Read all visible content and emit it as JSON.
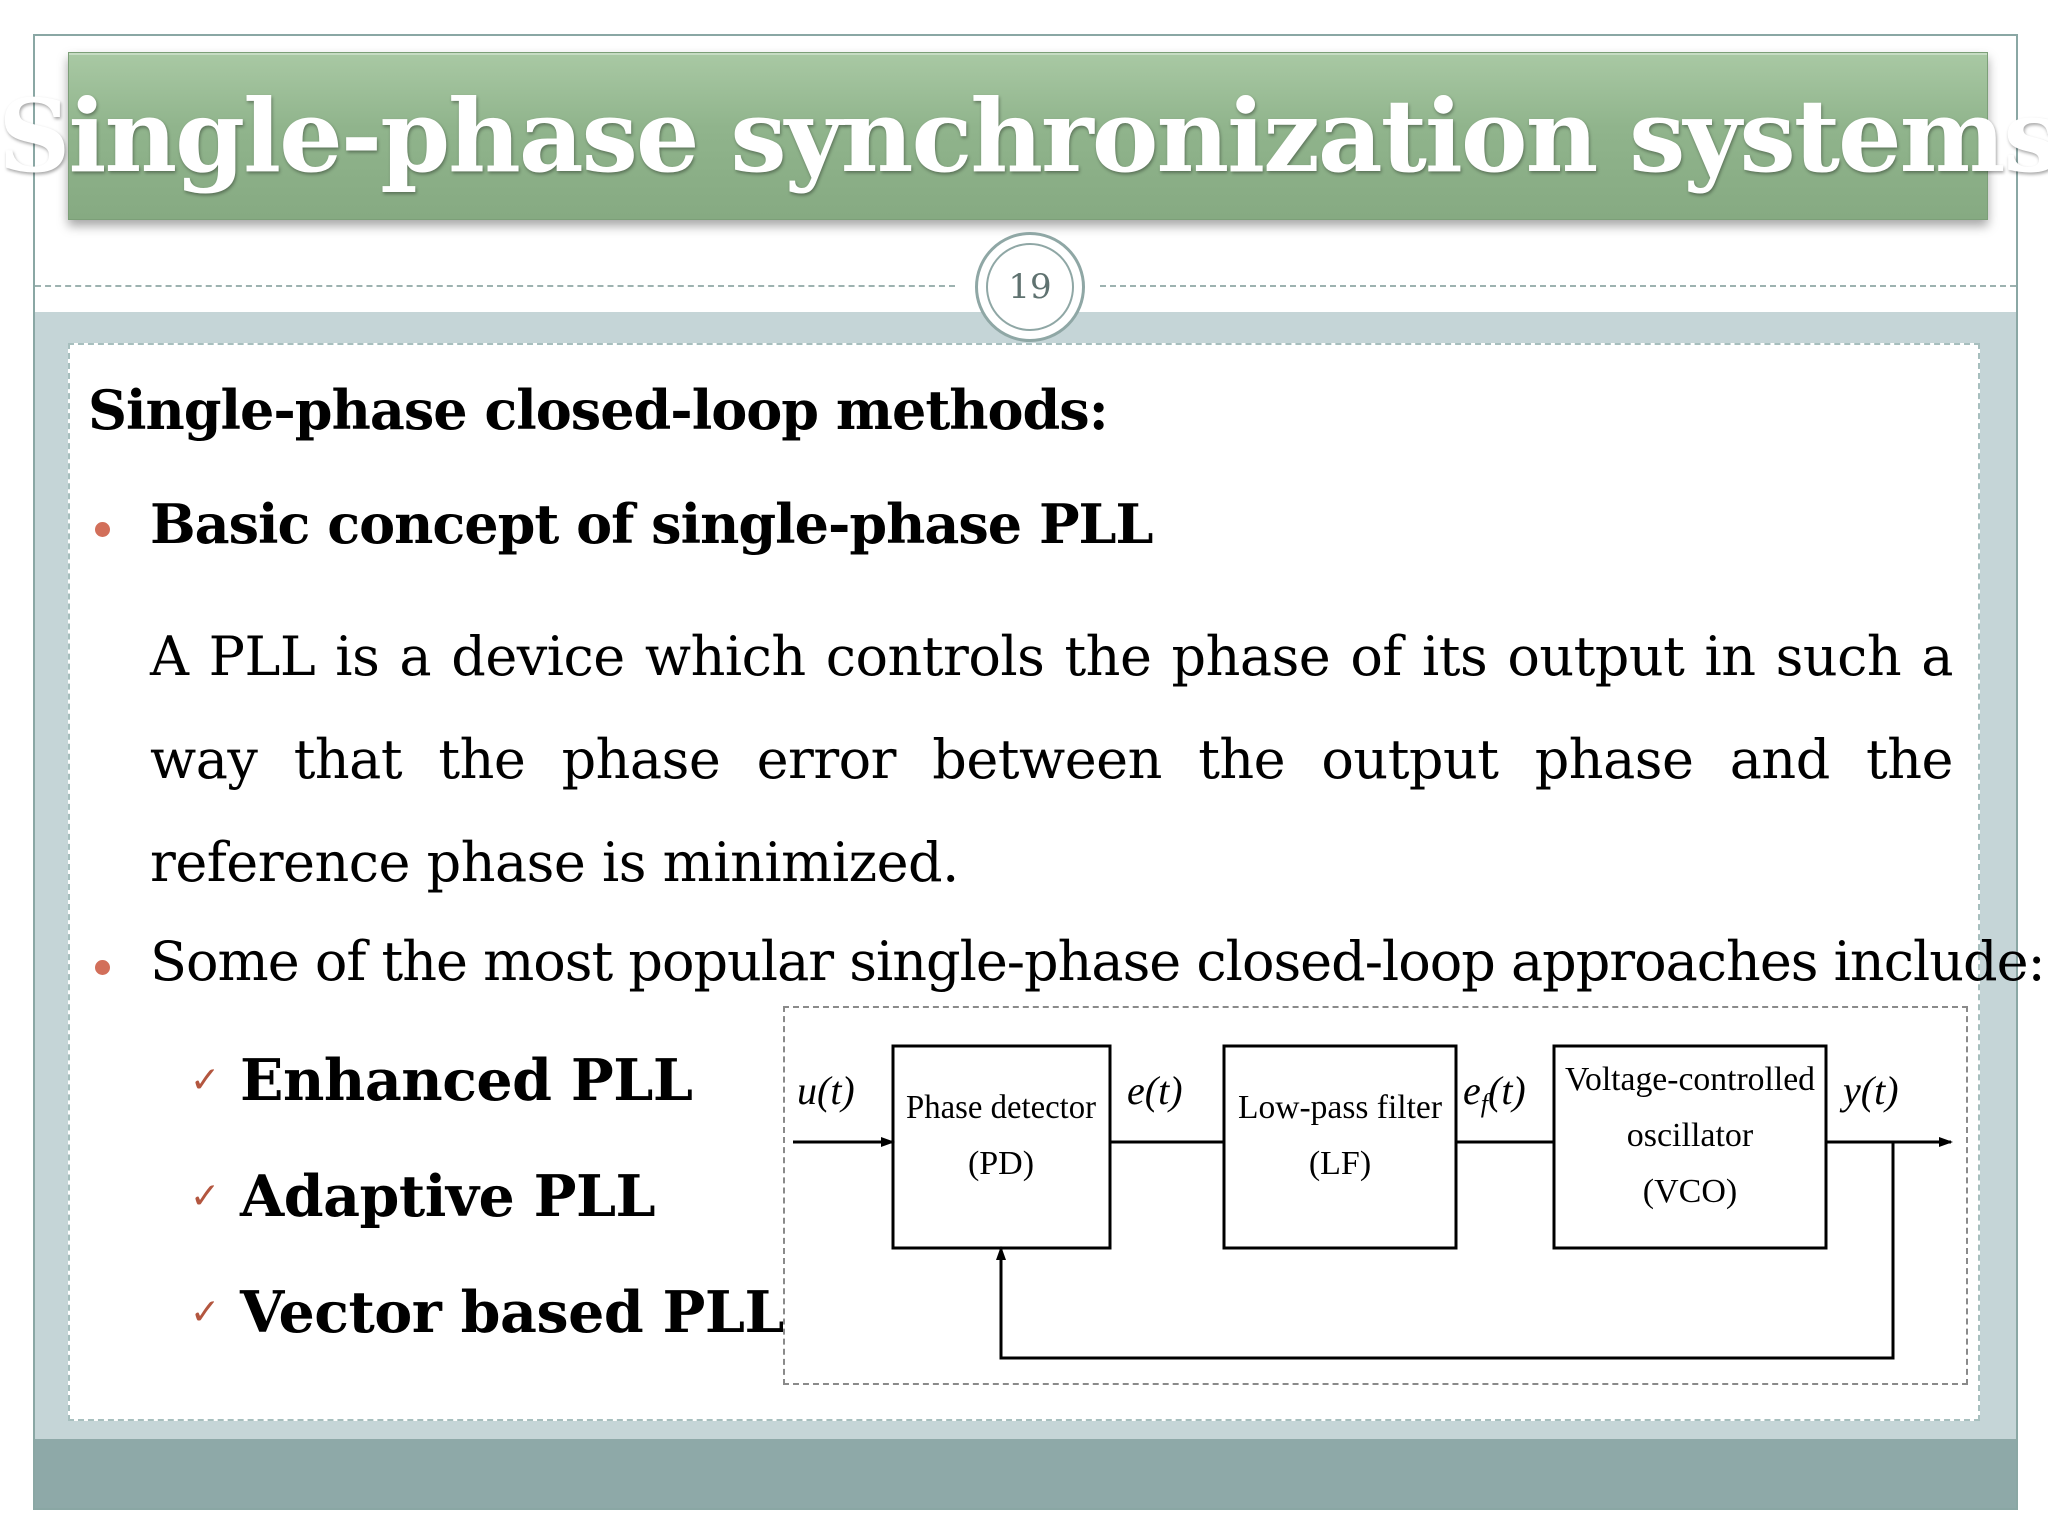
{
  "slide": {
    "title": "Single-phase synchronization systems",
    "page_number": "19"
  },
  "content": {
    "heading": "Single-phase closed-loop methods:",
    "bullets": [
      "Basic concept of single-phase PLL",
      "Some of the most popular single-phase closed-loop approaches include:"
    ],
    "paragraph": "A PLL is a device which controls the phase of its output in such a way that the phase error between the output phase and the reference phase is minimized.",
    "check_mark": "✓",
    "check_items": [
      "Enhanced PLL",
      "Adaptive PLL",
      "Vector based PLL"
    ]
  },
  "diagram": {
    "input_signal": "u(t)",
    "output_signal": "y(t)",
    "blocks": [
      {
        "line1": "Phase detector",
        "line2": "(PD)",
        "line3": ""
      },
      {
        "line1": "Low-pass filter",
        "line2": "(LF)",
        "line3": ""
      },
      {
        "line1": "Voltage-controlled",
        "line2": "oscillator",
        "line3": "(VCO)"
      }
    ],
    "signals": {
      "error": "e(t)",
      "filtered_base": "e",
      "filtered_sub": "f",
      "filtered_arg": "(t)"
    }
  },
  "colors": {
    "title_band": "#90b48c",
    "accent_bullet": "#d26f5a",
    "check": "#b3563f",
    "content_bg": "#c5d5d7",
    "footer": "#8ea9a8"
  }
}
